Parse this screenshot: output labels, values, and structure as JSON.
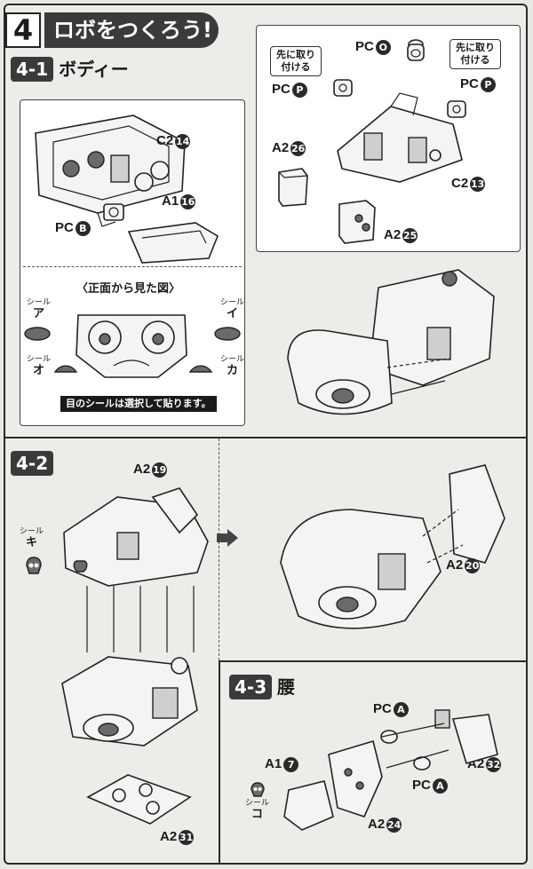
{
  "header": {
    "number": "4",
    "title": "ロボをつくろう!"
  },
  "steps": {
    "s1": {
      "num": "4-1",
      "name": "ボディー"
    },
    "s2": {
      "num": "4-2"
    },
    "s3": {
      "num": "4-3",
      "name": "腰"
    }
  },
  "parts": {
    "c2_14": {
      "code": "C2",
      "n": "14"
    },
    "a1_16": {
      "code": "A1",
      "n": "16"
    },
    "pc_b": {
      "code": "PC",
      "n": "B"
    },
    "pc_o": {
      "code": "PC",
      "n": "O"
    },
    "pc_p_left": {
      "code": "PC",
      "n": "P"
    },
    "pc_p_right": {
      "code": "PC",
      "n": "P"
    },
    "a2_26": {
      "code": "A2",
      "n": "26"
    },
    "c2_13": {
      "code": "C2",
      "n": "13"
    },
    "a2_25": {
      "code": "A2",
      "n": "25"
    },
    "a2_19": {
      "code": "A2",
      "n": "19"
    },
    "a2_20": {
      "code": "A2",
      "n": "20"
    },
    "a2_31": {
      "code": "A2",
      "n": "31"
    },
    "pc_a_top": {
      "code": "PC",
      "n": "A"
    },
    "pc_a_bottom": {
      "code": "PC",
      "n": "A"
    },
    "a1_7": {
      "code": "A1",
      "n": "7"
    },
    "a2_32": {
      "code": "A2",
      "n": "32"
    },
    "a2_24": {
      "code": "A2",
      "n": "24"
    }
  },
  "notes": {
    "attach_first_left": "先に取り付ける",
    "attach_first_right": "先に取り付ける",
    "front_view": "〈正面から見た図〉",
    "eye_sticker": "目のシールは選択して貼ります。"
  },
  "seals": {
    "label": "シール",
    "a": "ア",
    "i": "イ",
    "o": "オ",
    "ka": "カ",
    "ki": "キ",
    "ko": "コ"
  },
  "colors": {
    "frame": "#2a2a2a",
    "panel": "#ffffff",
    "background": "#eeece9"
  }
}
